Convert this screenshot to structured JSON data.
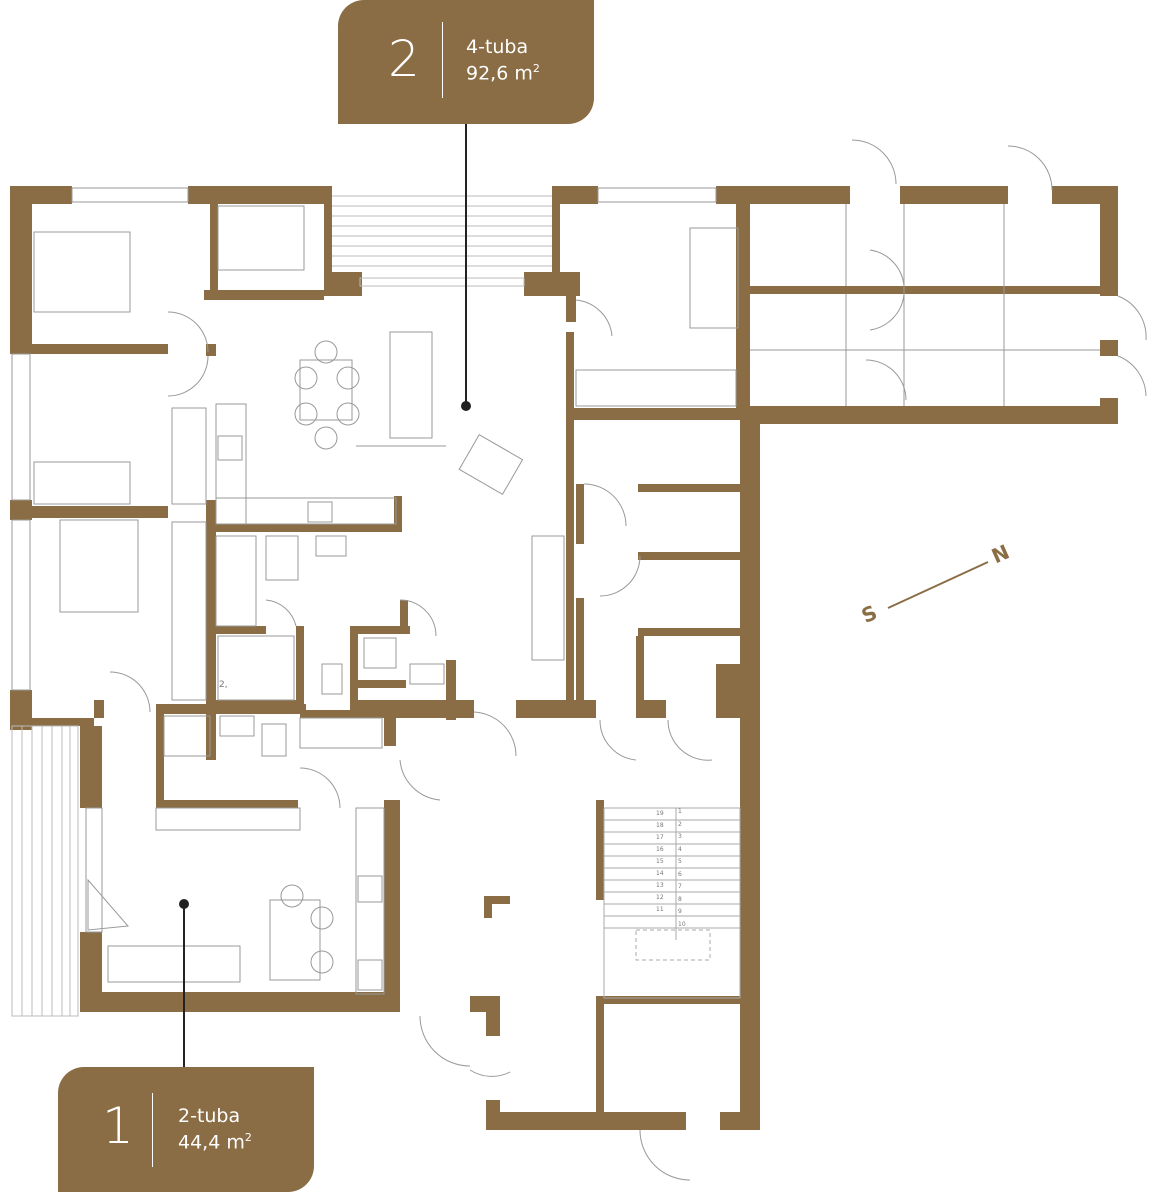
{
  "units": [
    {
      "number": "2",
      "type": "4-tuba",
      "area_value": "92,6 m",
      "area_sup": "2"
    },
    {
      "number": "1",
      "type": "2-tuba",
      "area_value": "44,4 m",
      "area_sup": "2"
    }
  ],
  "compass": {
    "south": "S",
    "north": "N"
  },
  "room_label": "2,",
  "stairs": {
    "left_flight": [
      "19",
      "18",
      "17",
      "16",
      "15",
      "14",
      "13",
      "12",
      "11"
    ],
    "right_flight": [
      "1",
      "2",
      "3",
      "4",
      "5",
      "6",
      "7",
      "8",
      "9",
      "10"
    ]
  },
  "colors": {
    "wall": "#8a6d45",
    "badge": "#8a6d45",
    "line": "#999999"
  }
}
